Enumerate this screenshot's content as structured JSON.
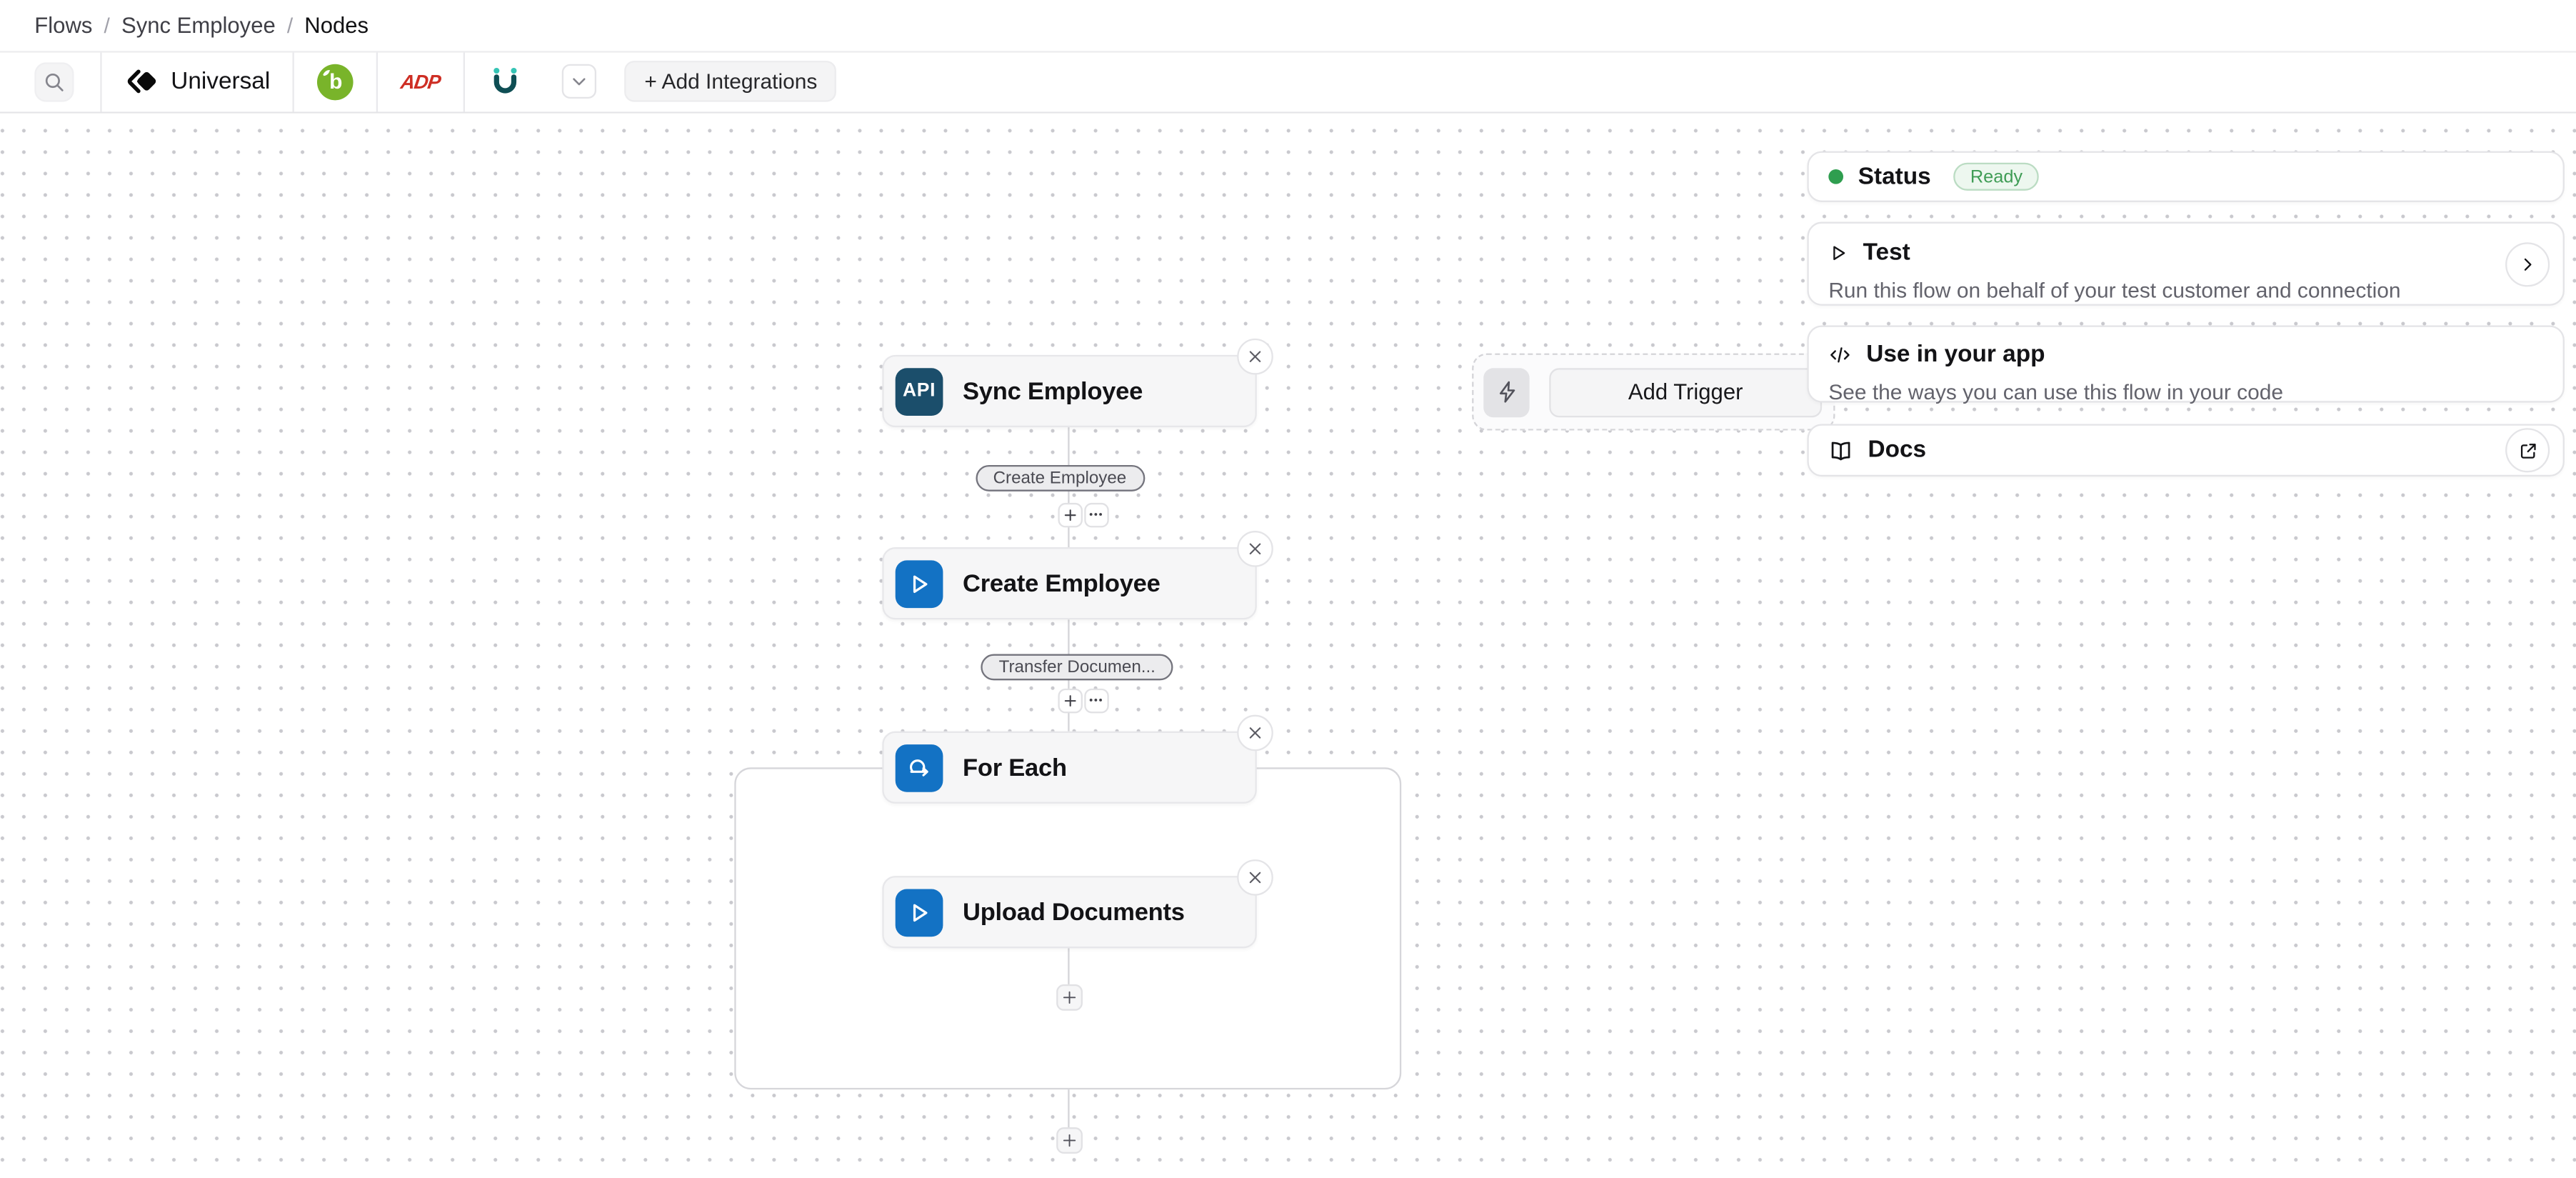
{
  "breadcrumb": {
    "separator": "/",
    "items": [
      {
        "label": "Flows"
      },
      {
        "label": "Sync Employee"
      },
      {
        "label": "Nodes"
      }
    ]
  },
  "toolbar": {
    "search_icon": "magnifier-icon",
    "tabs": [
      {
        "label": "Universal",
        "icon": "integration-app-logo"
      },
      {
        "label": "",
        "icon": "bamboohr-logo",
        "icon_text": "b"
      },
      {
        "label": "",
        "icon": "adp-logo",
        "icon_text": "ADP"
      },
      {
        "label": "",
        "icon": "ukg-logo"
      }
    ],
    "dropdown_icon": "chevron-down",
    "add_integrations_label": "+ Add Integrations"
  },
  "canvas": {
    "nodes": [
      {
        "title": "Sync Employee",
        "icon": "api-icon",
        "icon_text": "API",
        "icon_color": "#1b4e6b"
      },
      {
        "title": "Create Employee",
        "icon": "play-icon",
        "icon_color": "#1372c4"
      },
      {
        "title": "For Each",
        "icon": "loop-icon",
        "icon_color": "#1372c4"
      },
      {
        "title": "Upload Documents",
        "icon": "play-icon",
        "icon_color": "#1372c4"
      }
    ],
    "links": [
      {
        "label": "Create Employee"
      },
      {
        "label": "Transfer Documen..."
      }
    ],
    "add_trigger_label": "Add Trigger"
  },
  "panel": {
    "status": {
      "title": "Status",
      "badge": "Ready",
      "dot_color": "#2f9e4f"
    },
    "test": {
      "title": "Test",
      "subtitle": "Run this flow on behalf of your test customer and connection"
    },
    "use_in_app": {
      "title": "Use in your app",
      "subtitle": "See the ways you can use this flow in your code"
    },
    "docs": {
      "title": "Docs"
    }
  },
  "colors": {
    "accent_blue": "#1372c4",
    "api_navy": "#1b4e6b",
    "border": "#e4e4e7",
    "connector": "#d4d4d8",
    "node_bg": "#f6f6f7",
    "status_green": "#2f9e4f",
    "badge_bg": "#edf7ef",
    "bamboo_green": "#79b42a",
    "adp_red": "#ce2e24",
    "ukg_teal": "#0e4e54"
  }
}
